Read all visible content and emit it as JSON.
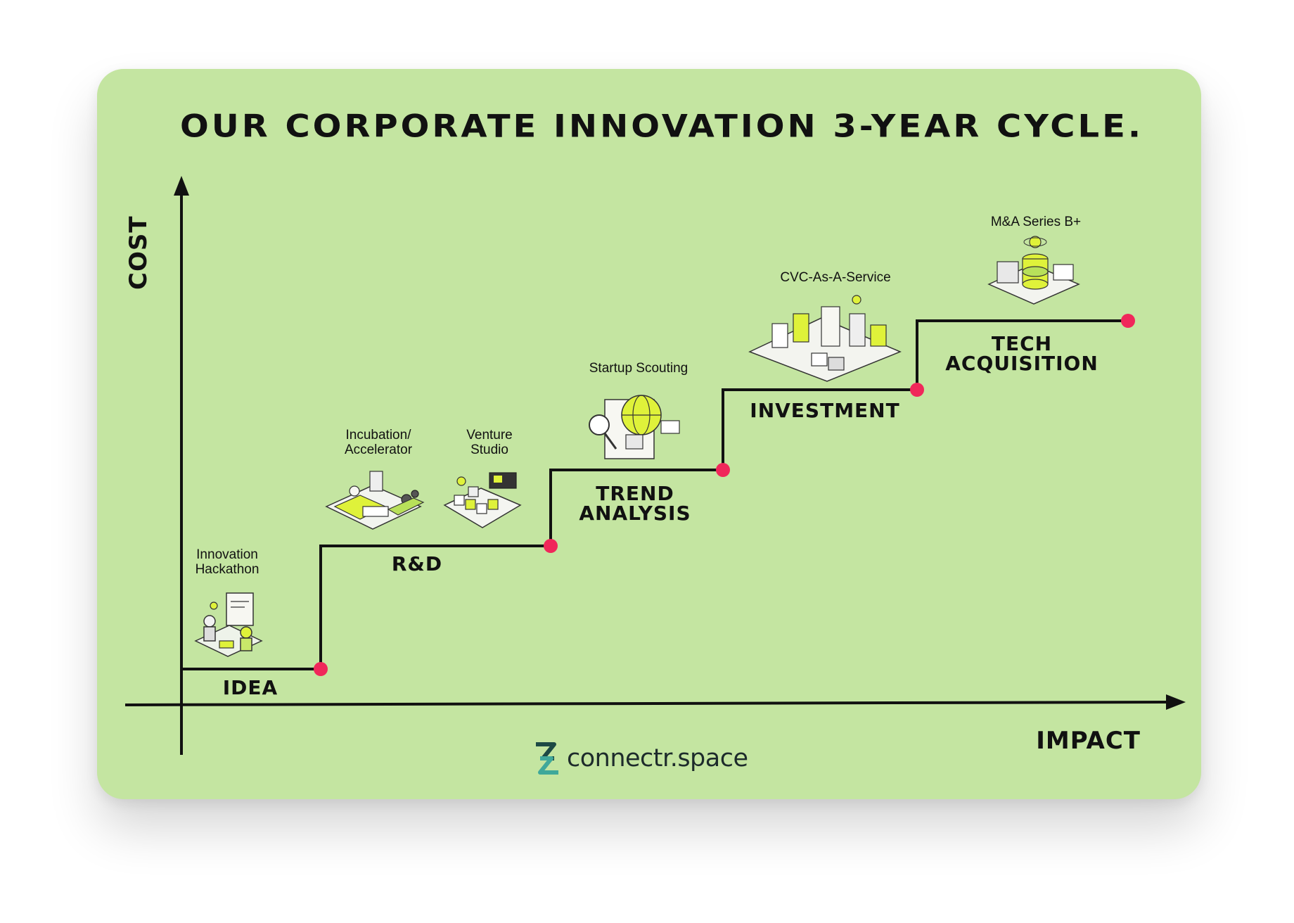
{
  "title": "OUR CORPORATE INNOVATION 3-YEAR CYCLE.",
  "axes": {
    "y_label": "COST",
    "x_label": "IMPACT"
  },
  "stages": [
    {
      "id": "idea",
      "label": "IDEA",
      "activities": [
        "Innovation\nHackathon"
      ]
    },
    {
      "id": "rd",
      "label": "R&D",
      "activities": [
        "Incubation/\nAccelerator",
        "Venture\nStudio"
      ]
    },
    {
      "id": "trend",
      "label": "TREND\nANALYSIS",
      "activities": [
        "Startup Scouting"
      ]
    },
    {
      "id": "investment",
      "label": "INVESTMENT",
      "activities": [
        "CVC-As-A-Service"
      ]
    },
    {
      "id": "tech",
      "label": "TECH\nACQUISITION",
      "activities": [
        "M&A Series B+"
      ]
    }
  ],
  "colors": {
    "background": "#c4e5a1",
    "line": "#111111",
    "node": "#f0275a",
    "accent": "#dff23a"
  },
  "logo": {
    "text": "connectr.space",
    "icon": "connectr-logo-icon"
  }
}
